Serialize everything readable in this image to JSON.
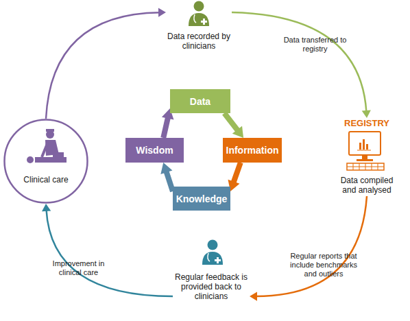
{
  "diagram": {
    "nodes": [
      {
        "text": [
          "Data recorded by clinicians"
        ]
      },
      {
        "text": [
          "REGISTRY",
          "Data compiled and analysed"
        ]
      },
      {
        "text": [
          "Regular feedback is provided back to clinicians"
        ]
      },
      {
        "text": [
          "Clinical care"
        ]
      },
      {
        "text": [
          "Data"
        ]
      },
      {
        "text": [
          "Information"
        ]
      },
      {
        "text": [
          "Knowledge"
        ]
      },
      {
        "text": [
          "Wisdom"
        ]
      }
    ],
    "edges": [
      {
        "from": 0,
        "to": 1,
        "label": "Data transferred to registry",
        "arrow": "to"
      },
      {
        "from": 1,
        "to": 2,
        "label": "Regular reports that include benchmarks and outliers",
        "arrow": "to"
      },
      {
        "from": 2,
        "to": 3,
        "label": "Improvement in clinical care",
        "arrow": "to"
      },
      {
        "from": 3,
        "to": 0,
        "arrow": "to"
      },
      {
        "from": 4,
        "to": 5,
        "arrow": "to"
      },
      {
        "from": 5,
        "to": 6,
        "arrow": "to"
      },
      {
        "from": 6,
        "to": 7,
        "arrow": "to"
      },
      {
        "from": 7,
        "to": 4,
        "arrow": "to"
      }
    ]
  }
}
